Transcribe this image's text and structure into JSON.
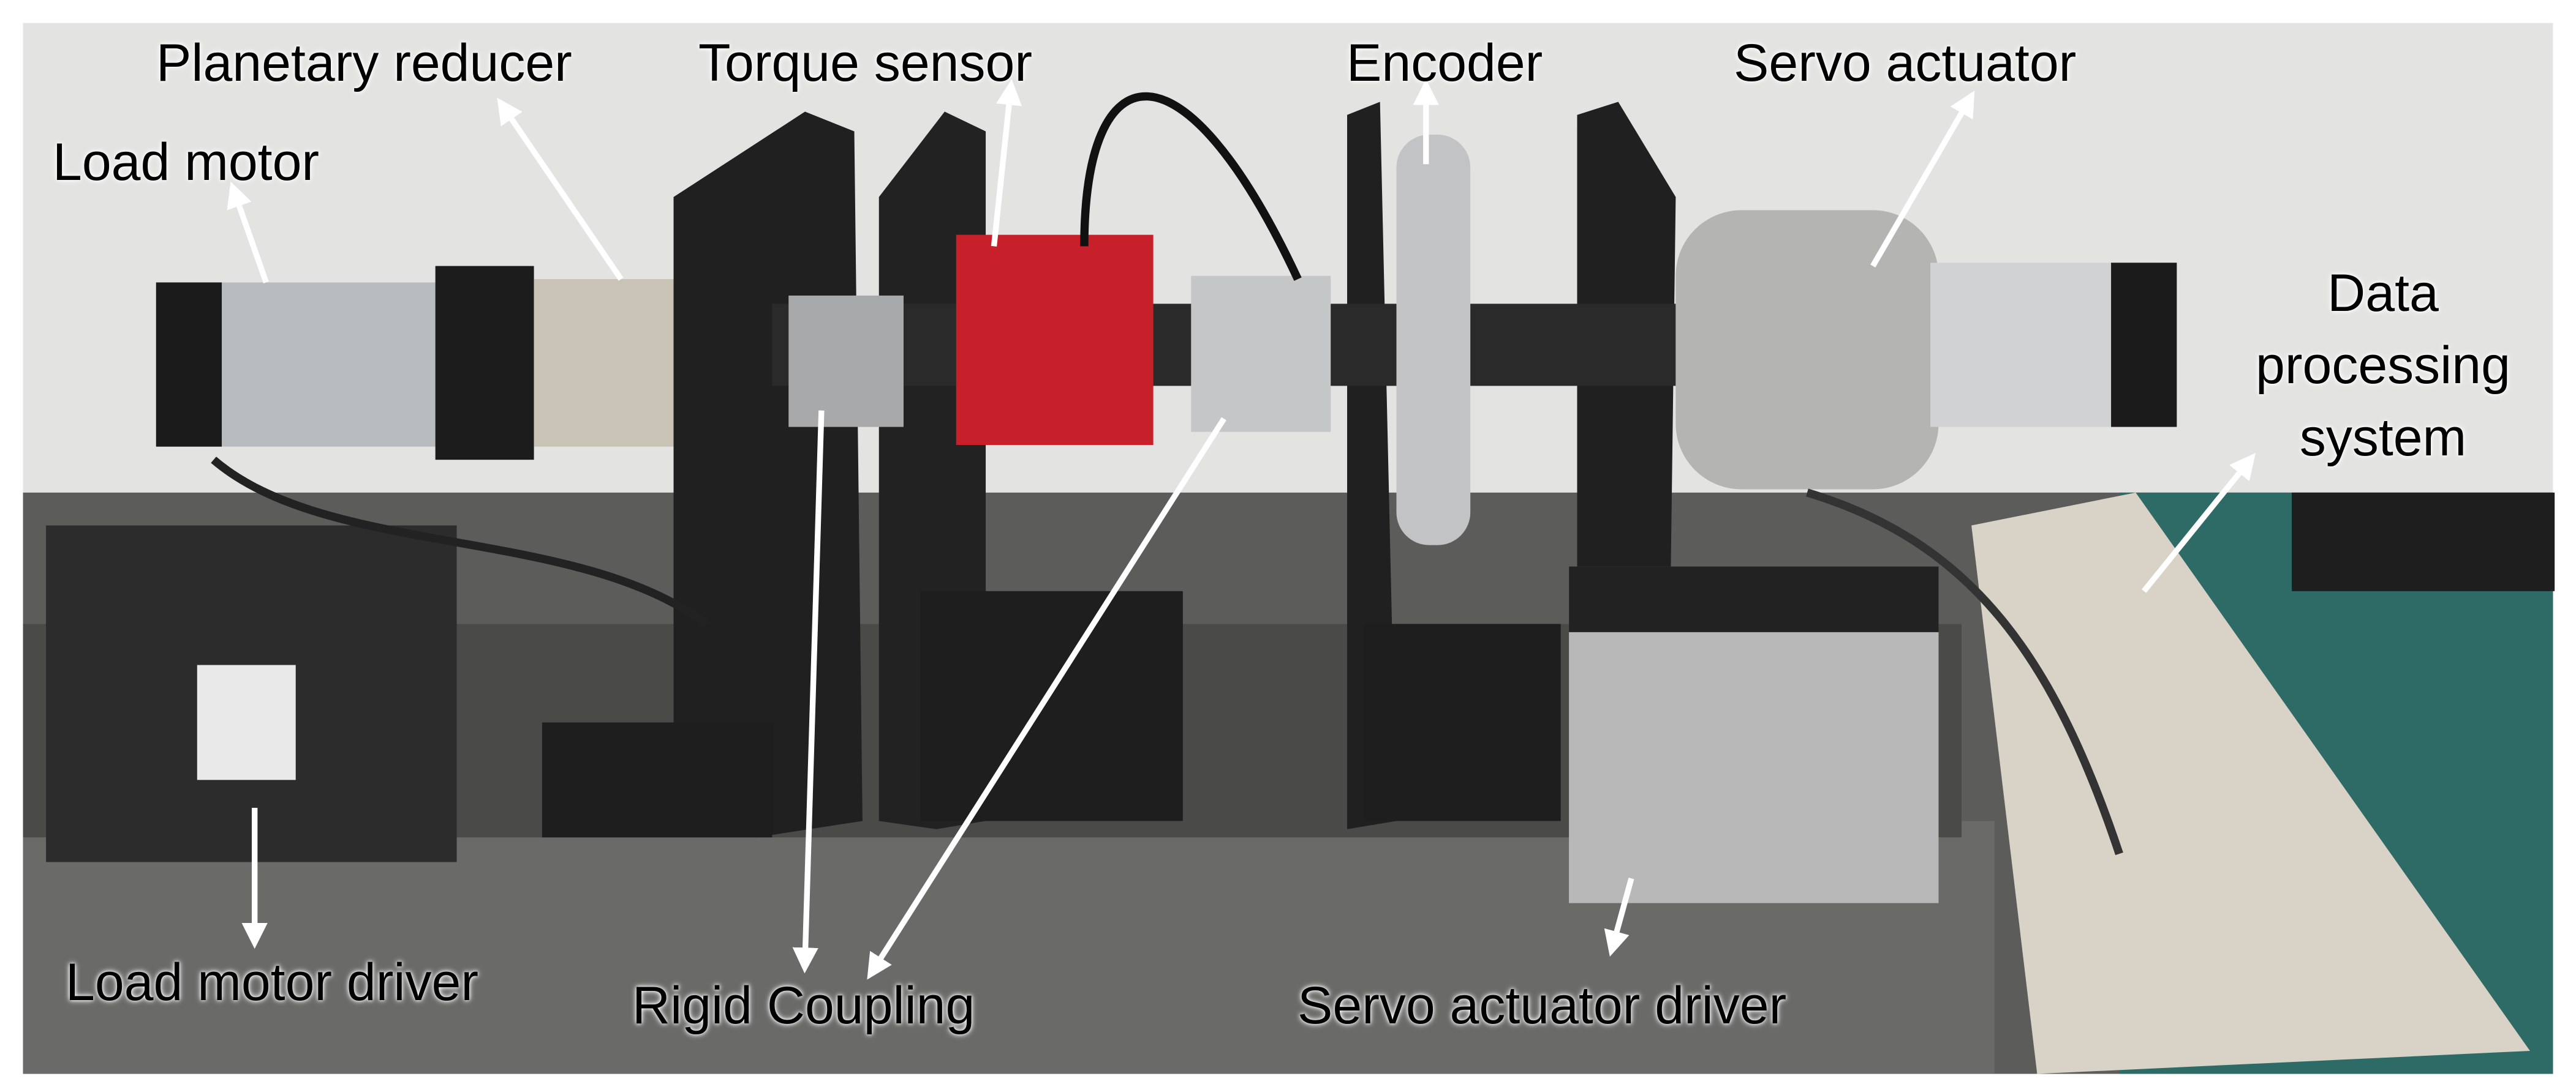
{
  "figure": {
    "description_labels": {
      "load_motor": "Load motor",
      "planetary_reducer": "Planetary reducer",
      "torque_sensor": "Torque sensor",
      "encoder": "Encoder",
      "servo_actuator": "Servo actuator",
      "data_processing_system": [
        "Data",
        "processing",
        "system"
      ],
      "load_motor_driver": "Load motor driver",
      "rigid_coupling": "Rigid Coupling",
      "servo_actuator_driver": "Servo actuator driver"
    },
    "colors": {
      "wall": "#e4e4e2",
      "floor": "#5a5a58",
      "torque_sensor": "#c8202a",
      "arrow": "#ffffff"
    }
  }
}
